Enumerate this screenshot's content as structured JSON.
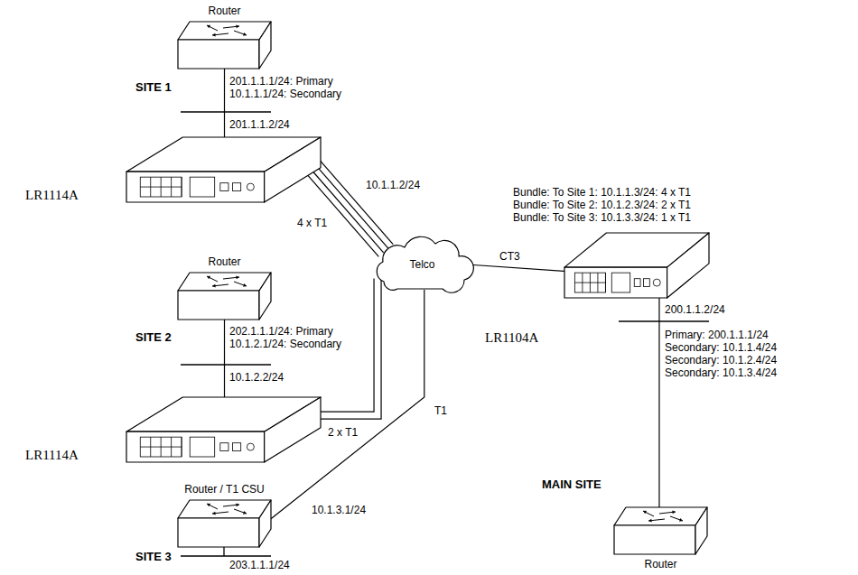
{
  "diagram": {
    "nodes": [
      {
        "text": [
          "Router"
        ]
      },
      {
        "text": [
          "LR1114A"
        ]
      },
      {
        "text": [
          "Telco"
        ]
      },
      {
        "text": [
          "LR1104A"
        ]
      },
      {
        "text": [
          "Router"
        ]
      },
      {
        "text": [
          "LR1114A"
        ]
      },
      {
        "text": [
          "Router / T1 CSU"
        ]
      },
      {
        "text": [
          "Router"
        ]
      }
    ],
    "edges": [
      {
        "from": 0,
        "to": 1,
        "arrow": "none"
      },
      {
        "from": 1,
        "to": 2,
        "arrow": "none",
        "label": "4 x T1"
      },
      {
        "from": 5,
        "to": 2,
        "arrow": "none",
        "label": "2 x T1"
      },
      {
        "from": 6,
        "to": 2,
        "arrow": "none",
        "label": "T1"
      },
      {
        "from": 2,
        "to": 3,
        "arrow": "none",
        "label": "CT3"
      },
      {
        "from": 4,
        "to": 5,
        "arrow": "none"
      },
      {
        "from": 3,
        "to": 7,
        "arrow": "none"
      }
    ],
    "labels": [
      "SITE 1",
      "201.1.1.1/24: Primary",
      "10.1.1.1/24: Secondary",
      "201.1.1.2/24",
      "10.1.1.2/24",
      "SITE 2",
      "202.1.1.1/24: Primary",
      "10.1.2.1/24: Secondary",
      "10.1.2.2/24",
      "10.1.3.1/24",
      "SITE 3",
      "203.1.1.1/24",
      "Bundle: To Site 1: 10.1.1.3/24: 4 x T1",
      "Bundle: To Site 2: 10.1.2.3/24: 2 x T1",
      "Bundle: To Site 3: 10.1.3.3/24: 1 x T1",
      "200.1.1.2/24",
      "Primary: 200.1.1.1/24",
      "Secondary: 10.1.1.4/24",
      "Secondary: 10.1.2.4/24",
      "Secondary: 10.1.3.4/24",
      "MAIN SITE"
    ]
  }
}
